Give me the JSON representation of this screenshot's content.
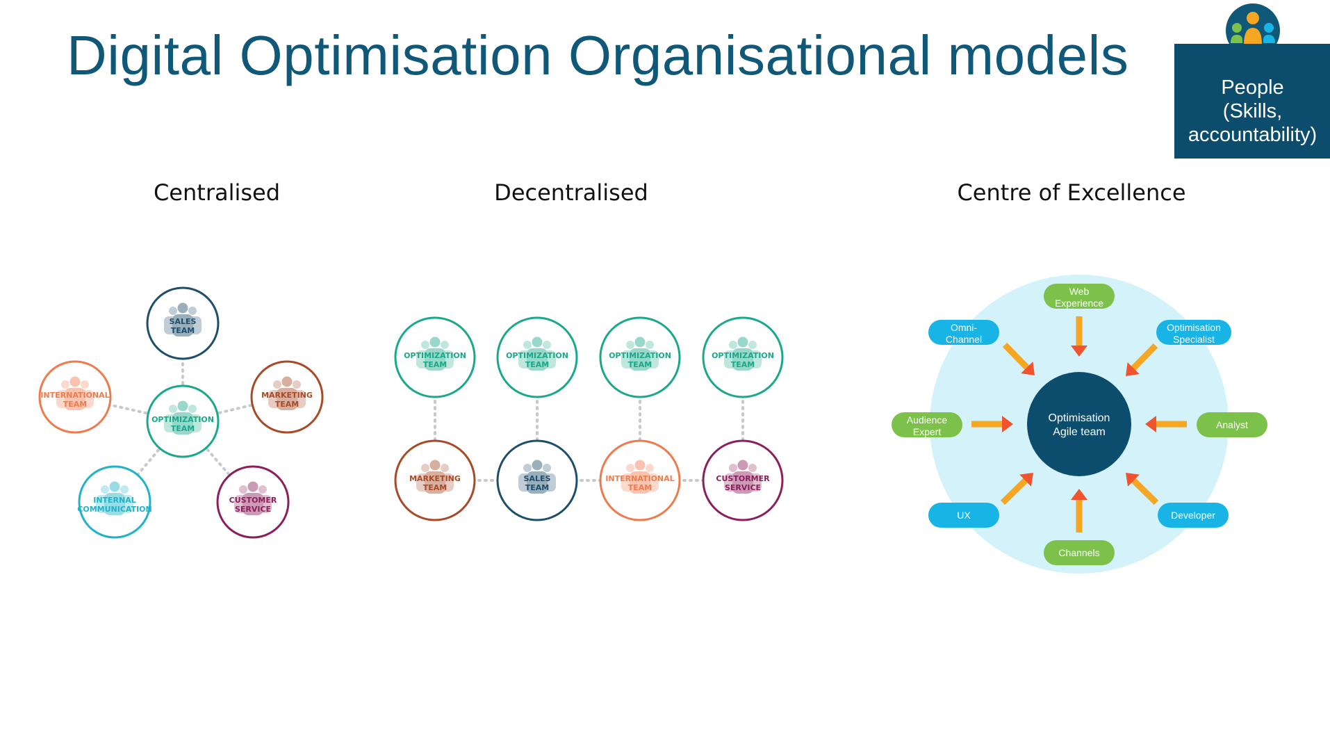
{
  "title": "Digital Optimisation Organisational models",
  "people_box": {
    "icon": "people-group-icon",
    "lines": [
      "People",
      "(Skills,",
      "accountability)"
    ]
  },
  "colors": {
    "title": "#0f5878",
    "navy": "#1f4e6b",
    "teal": "#1aa88a",
    "orange": "#ef7b4d",
    "rust": "#a84a27",
    "cyan": "#1fb2c8",
    "plum": "#8b1f5c",
    "light_blue": "#d3f2fa",
    "pill_green": "#7cc24a",
    "pill_cyan": "#18b4e6",
    "core": "#0c4d6e",
    "arrow": "#f5a623"
  },
  "sections": {
    "centralised": {
      "title": "Centralised",
      "hub": {
        "lines": [
          "OPTIMIZATION",
          "TEAM"
        ],
        "color": "teal"
      },
      "spokes": [
        {
          "lines": [
            "SALES",
            "TEAM"
          ],
          "color": "navy"
        },
        {
          "lines": [
            "INTERNATIONAL",
            "TEAM"
          ],
          "color": "orange"
        },
        {
          "lines": [
            "MARKETING",
            "TEAM"
          ],
          "color": "rust"
        },
        {
          "lines": [
            "INTERNAL",
            "COMMUNICATION"
          ],
          "color": "cyan"
        },
        {
          "lines": [
            "CUSTOMER",
            "SERVICE"
          ],
          "color": "plum"
        }
      ]
    },
    "decentralised": {
      "title": "Decentralised",
      "top_row": [
        {
          "lines": [
            "OPTIMIZATION",
            "TEAM"
          ],
          "color": "teal"
        },
        {
          "lines": [
            "OPTIMIZATION",
            "TEAM"
          ],
          "color": "teal"
        },
        {
          "lines": [
            "OPTIMIZATION",
            "TEAM"
          ],
          "color": "teal"
        },
        {
          "lines": [
            "OPTIMIZATION",
            "TEAM"
          ],
          "color": "teal"
        }
      ],
      "bottom_row": [
        {
          "lines": [
            "MARKETING",
            "TEAM"
          ],
          "color": "rust"
        },
        {
          "lines": [
            "SALES",
            "TEAM"
          ],
          "color": "navy"
        },
        {
          "lines": [
            "INTERNATIONAL",
            "TEAM"
          ],
          "color": "orange"
        },
        {
          "lines": [
            "CUSTORMER",
            "SERVICE"
          ],
          "color": "plum"
        }
      ]
    },
    "coe": {
      "title": "Centre of Excellence",
      "core": [
        "Optimisation",
        "Agile team"
      ],
      "roles": [
        {
          "lines": [
            "Web",
            "Experience"
          ],
          "color": "pill_green"
        },
        {
          "lines": [
            "Optimisation",
            "Specialist"
          ],
          "color": "pill_cyan"
        },
        {
          "lines": [
            "Analyst"
          ],
          "color": "pill_green"
        },
        {
          "lines": [
            "Developer"
          ],
          "color": "pill_cyan"
        },
        {
          "lines": [
            "Channels"
          ],
          "color": "pill_green"
        },
        {
          "lines": [
            "UX"
          ],
          "color": "pill_cyan"
        },
        {
          "lines": [
            "Audience",
            "Expert"
          ],
          "color": "pill_green"
        },
        {
          "lines": [
            "Omni-",
            "Channel"
          ],
          "color": "pill_cyan"
        }
      ]
    }
  }
}
